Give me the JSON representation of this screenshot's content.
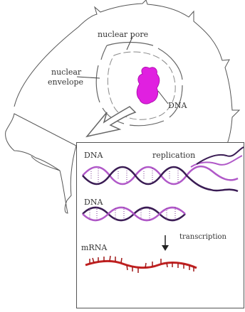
{
  "labels": {
    "nuclear_pore": "nuclear pore",
    "nuclear_envelope_1": "nuclear",
    "nuclear_envelope_2": "envelope",
    "dna_nucleus": "DNA"
  },
  "inset": {
    "dna_top": "DNA",
    "replication": "replication",
    "dna_mid": "DNA",
    "transcription": "transcription",
    "mrna": "mRNA"
  },
  "colors": {
    "outline": "#555555",
    "dna_blob": "#e020e0",
    "helix_purple": "#b058c8",
    "helix_dark": "#3a1c54",
    "mrna_red": "#c02020",
    "arrow": "#222222"
  }
}
